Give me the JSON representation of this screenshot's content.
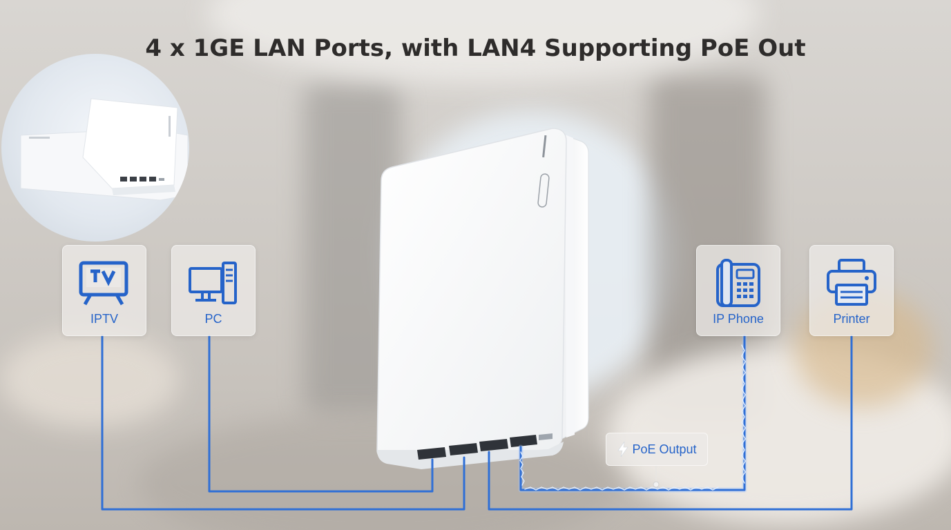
{
  "headline": "4 x 1GE LAN Ports, with LAN4 Supporting PoE Out",
  "devices": [
    {
      "label": "IPTV",
      "icon": "tv-icon"
    },
    {
      "label": "PC",
      "icon": "desktop-computer-icon"
    },
    {
      "label": "IP Phone",
      "icon": "desk-phone-icon"
    },
    {
      "label": "Printer",
      "icon": "printer-icon"
    }
  ],
  "poe_badge": {
    "label": "PoE Output",
    "icon": "lightning-bolt-icon"
  },
  "accent_color": "#2563c9"
}
